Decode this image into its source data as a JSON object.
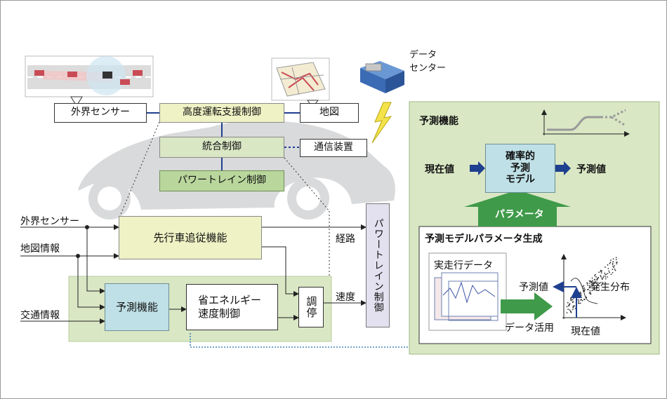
{
  "top": {
    "external_sensor": "外界センサー",
    "advanced_driving": "高度運転支援制御",
    "map": "地図",
    "integrated_control": "統合制御",
    "comm_device": "通信装置",
    "powertrain_control": "パワートレイン制御",
    "data_center": "データ\nセンター"
  },
  "flow": {
    "input_sensor": "外界センサー",
    "input_map": "地図情報",
    "input_traffic": "交通情報",
    "leading_car": "先行車追従機能",
    "prediction": "予測機能",
    "eco_speed": "省エネルギー\n速度制御",
    "adjust": "調停",
    "route": "経路",
    "speed": "速度",
    "powertrain": "パワートレイン制御"
  },
  "panel": {
    "title": "予測機能",
    "current_value": "現在値",
    "model": "確率的\n予測\nモデル",
    "predicted_value": "予測値",
    "parameter": "パラメータ",
    "gen_title": "予測モデルパラメータ生成",
    "real_data": "実走行データ",
    "data_use": "データ活用",
    "pred_label": "予測値",
    "dist_label": "発生分布",
    "current_axis": "現在値"
  },
  "colors": {
    "panel_bg": "#d9e7c4",
    "model_box": "#bfe0e6",
    "arrow_green": "#3f9a4a",
    "link_blue": "#1f3f8f",
    "car_gray": "#d9dadb"
  }
}
